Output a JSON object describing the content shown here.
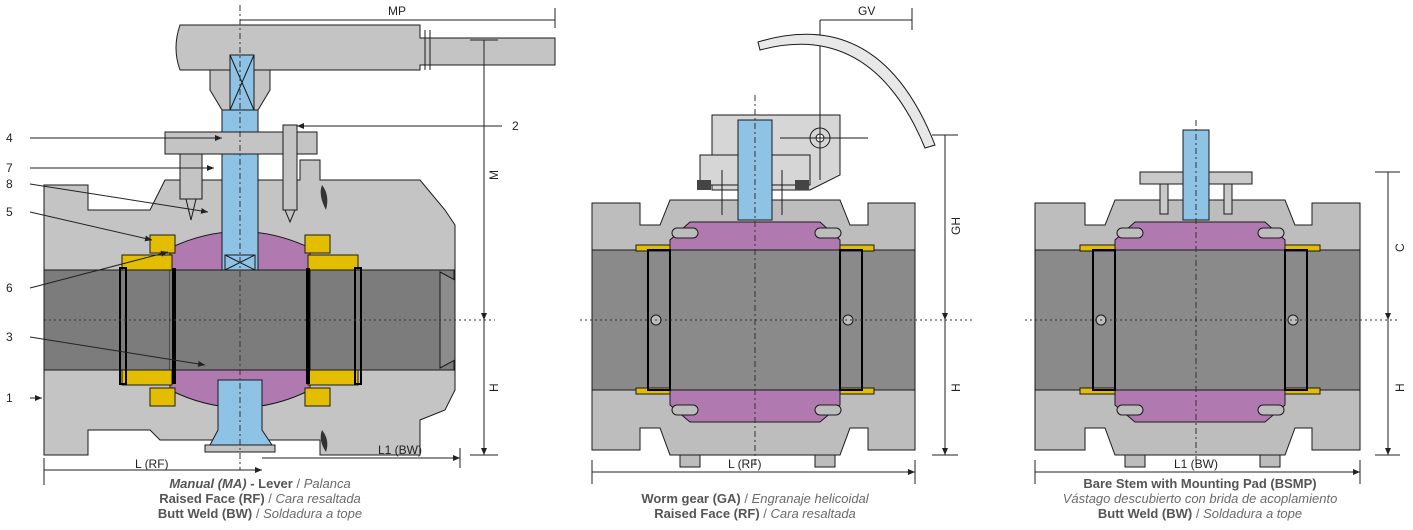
{
  "colors": {
    "body": "#8e8e8e",
    "body_light": "#c7c7c7",
    "bore": "#7a7a7a",
    "ball": "#b07ab0",
    "stem": "#8fc3e6",
    "seat": "#e8c000",
    "outline": "#1a1a1a"
  },
  "views": {
    "manual": {
      "dims": {
        "top": "MP",
        "vertical_upper": "M",
        "vertical_lower": "H",
        "bottom_left": "L (RF)",
        "bottom_right": "L1 (BW)"
      },
      "parts": [
        "4",
        "7",
        "8",
        "5",
        "6",
        "3",
        "1",
        "2"
      ],
      "caption": {
        "line1_bold": "Manual (MA)",
        "line1_sep": " - ",
        "line1_bold2": "Lever",
        "line1_slash": " / ",
        "line1_italic": "Palanca",
        "line2_bold": "Raised Face (RF)",
        "line2_slash": " / ",
        "line2_italic": "Cara resaltada",
        "line3_bold": "Butt Weld (BW)",
        "line3_slash": " / ",
        "line3_italic": "Soldadura a tope"
      }
    },
    "gear": {
      "dims": {
        "top": "GV",
        "vertical_upper": "GH",
        "vertical_lower": "H",
        "bottom": "L (RF)"
      },
      "caption": {
        "line1_bold": "Worm gear (GA)",
        "line1_slash": " / ",
        "line1_italic": "Engranaje helicoidal",
        "line2_bold": "Raised Face (RF)",
        "line2_slash": " / ",
        "line2_italic": "Cara resaltada"
      }
    },
    "bare": {
      "dims": {
        "vertical_upper": "C",
        "vertical_lower": "H",
        "bottom": "L1 (BW)"
      },
      "caption": {
        "line1_bold": "Bare Stem with Mounting Pad (BSMP)",
        "line2_italic": "Vástago descubierto con brida de acoplamiento",
        "line3_bold": "Butt Weld (BW)",
        "line3_slash": " / ",
        "line3_italic": "Soldadura a tope"
      }
    }
  }
}
